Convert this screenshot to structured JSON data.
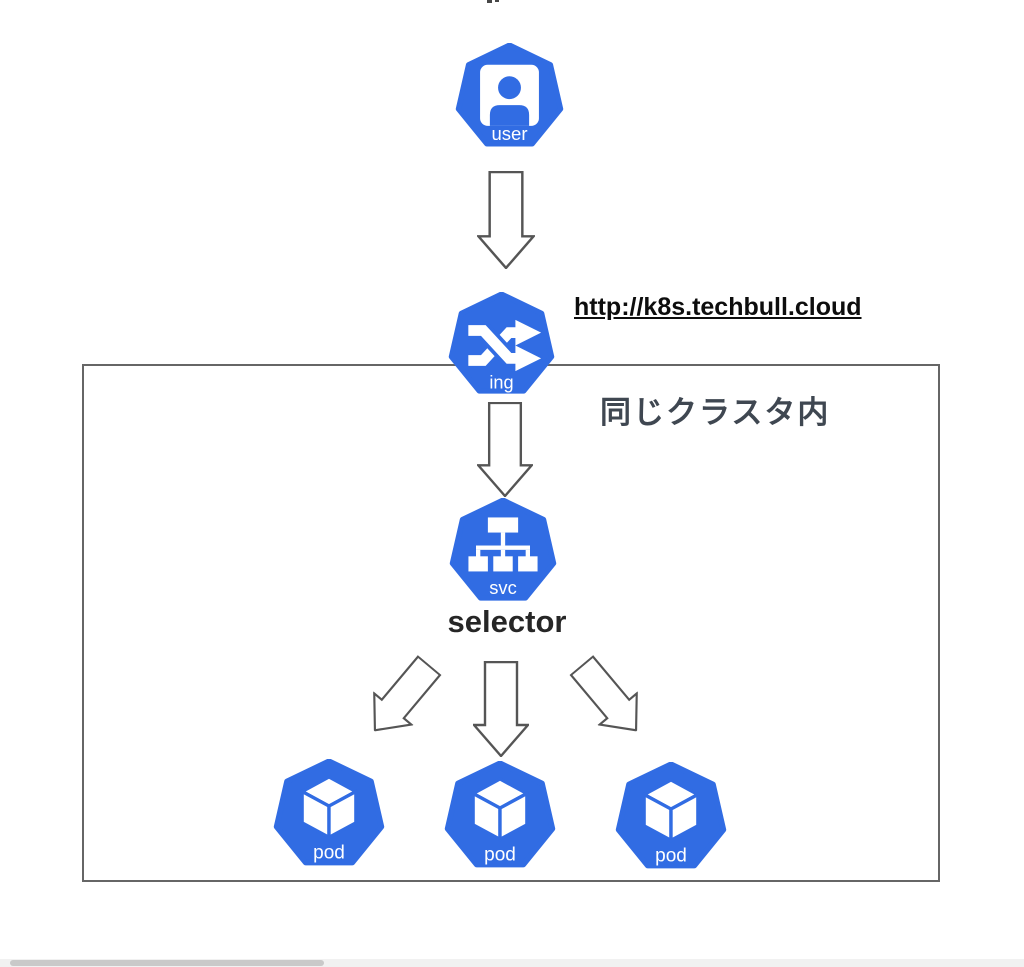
{
  "colors": {
    "k8s_blue": "#316CE3",
    "arrow_outline": "#555555",
    "box_border": "#666666",
    "cluster_text": "#3F4751",
    "scroll_track": "#F1F1F1",
    "scroll_thumb": "#C9C9C9"
  },
  "diagram": {
    "user_node": {
      "label": "user"
    },
    "ingress_node": {
      "label": "ing"
    },
    "ingress_url": "http://k8s.techbull.cloud",
    "cluster_label": "同じクラスタ内",
    "service_node": {
      "label": "svc"
    },
    "selector_label": "selector",
    "pods": [
      {
        "label": "pod"
      },
      {
        "label": "pod"
      },
      {
        "label": "pod"
      }
    ]
  }
}
